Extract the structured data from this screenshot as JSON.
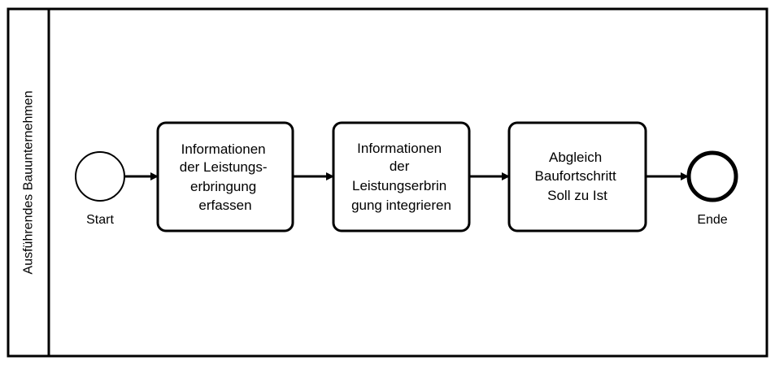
{
  "pool": {
    "lane_label": "Ausführendes Bauunternehmen"
  },
  "events": {
    "start": {
      "label": "Start"
    },
    "end": {
      "label": "Ende"
    }
  },
  "tasks": [
    {
      "lines": [
        "Informationen",
        "der Leistungs-",
        "erbringung",
        "erfassen"
      ]
    },
    {
      "lines": [
        "Informationen",
        "der",
        "Leistungserbrin",
        "gung integrieren"
      ]
    },
    {
      "lines": [
        "Abgleich",
        "Baufortschritt",
        "Soll zu Ist"
      ]
    }
  ]
}
